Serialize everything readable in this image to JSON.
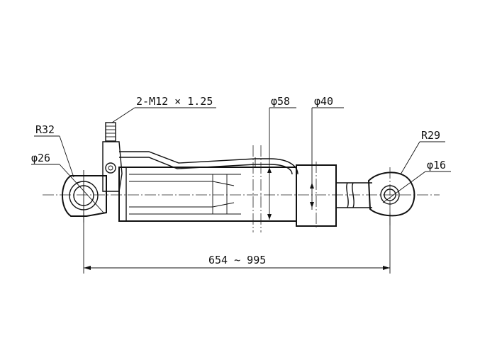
{
  "labels": {
    "thread": "2-M12 × 1.25",
    "radius_left": "R32",
    "bore_left": "φ26",
    "barrel_dia": "φ58",
    "rod_dia": "φ40",
    "radius_right": "R29",
    "bore_right": "φ16",
    "stroke_length": "654 ~ 995"
  }
}
